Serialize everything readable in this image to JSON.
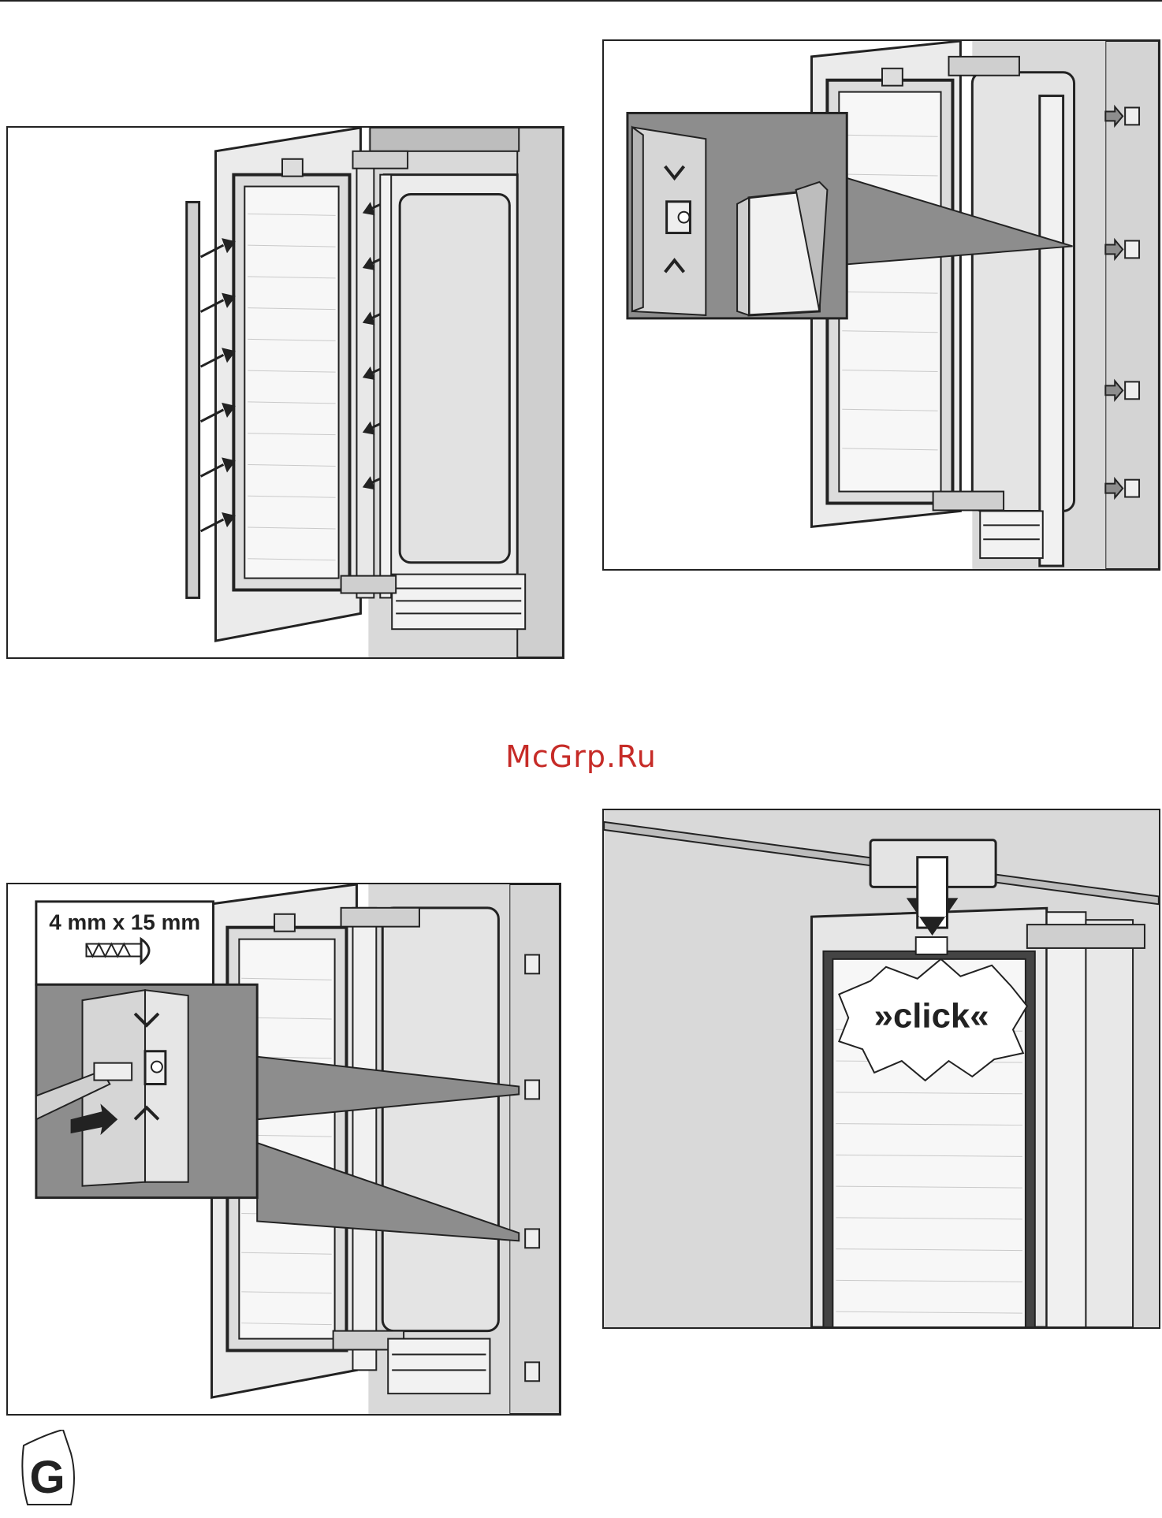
{
  "watermark": "McGrp.Ru",
  "panel_c": {
    "screw_spec": "4 mm x 15 mm"
  },
  "panel_d": {
    "click_label": "»click«"
  },
  "badge": {
    "letter": "G"
  },
  "colors": {
    "line": "#222222",
    "wall": "#d9d9d9",
    "callout_bg": "#8d8d8d",
    "watermark": "#c62b27"
  }
}
